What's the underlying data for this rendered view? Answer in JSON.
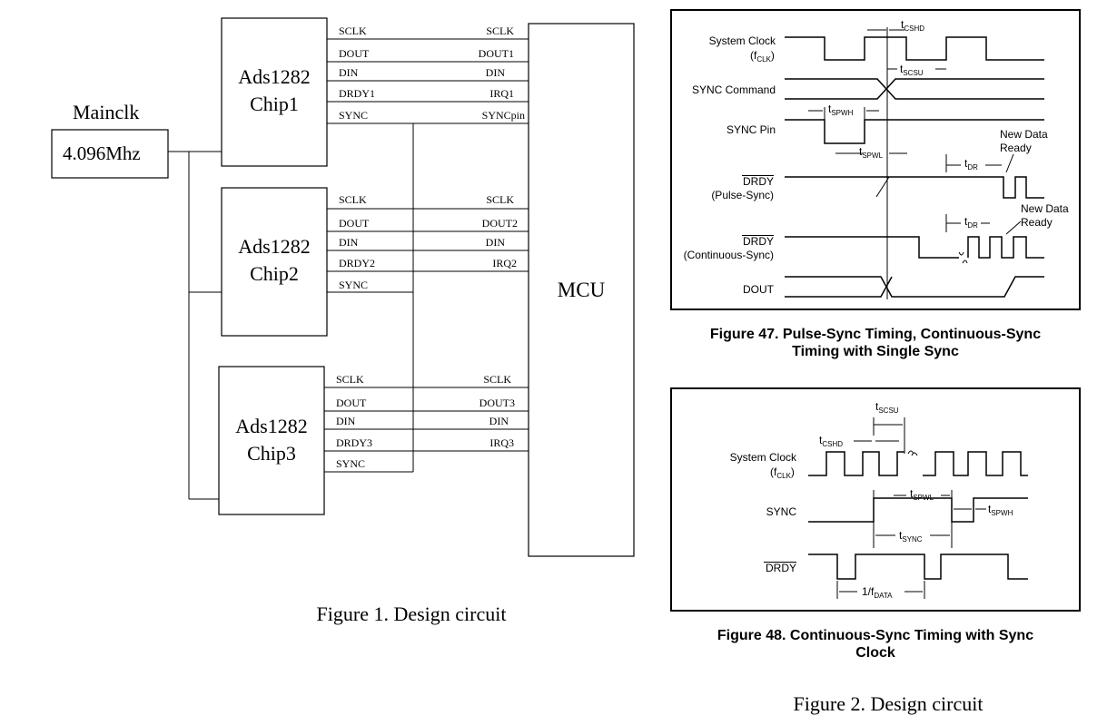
{
  "circuit": {
    "mainclk_label": "Mainclk",
    "osc_label": "4.096Mhz",
    "mcu_label": "MCU",
    "caption": "Figure 1. Design circuit",
    "chips": [
      {
        "name_line1": "Ads1282",
        "name_line2": "Chip1",
        "left_pins": [
          "SCLK",
          "DOUT",
          "DIN",
          "DRDY1",
          "SYNC"
        ],
        "right_pins": [
          "SCLK",
          "DOUT1",
          "DIN",
          "IRQ1",
          "SYNCpin"
        ]
      },
      {
        "name_line1": "Ads1282",
        "name_line2": "Chip2",
        "left_pins": [
          "SCLK",
          "DOUT",
          "DIN",
          "DRDY2",
          "SYNC"
        ],
        "right_pins": [
          "SCLK",
          "DOUT2",
          "DIN",
          "IRQ2"
        ]
      },
      {
        "name_line1": "Ads1282",
        "name_line2": "Chip3",
        "left_pins": [
          "SCLK",
          "DOUT",
          "DIN",
          "DRDY3",
          "SYNC"
        ],
        "right_pins": [
          "SCLK",
          "DOUT3",
          "DIN",
          "IRQ3"
        ]
      }
    ]
  },
  "figure47": {
    "caption_line1": "Figure 47.  Pulse-Sync Timing, Continuous-Sync",
    "caption_line2": "Timing with Single Sync",
    "signals": {
      "sysclk_1": "System Clock",
      "sysclk_2": "(f",
      "sysclk_2_sub": "CLK",
      "sysclk_2_end": ")",
      "sync_cmd": "SYNC Command",
      "sync_pin": "SYNC Pin",
      "drdy_pulse_1": "DRDY",
      "drdy_pulse_2": "(Pulse-Sync)",
      "drdy_cont_1": "DRDY",
      "drdy_cont_2": "(Continuous-Sync)",
      "dout": "DOUT"
    },
    "timing": {
      "t_cshd": "t",
      "t_cshd_sub": "CSHD",
      "t_scsu": "t",
      "t_scsu_sub": "SCSU",
      "t_spwh": "t",
      "t_spwh_sub": "SPWH",
      "t_spwl": "t",
      "t_spwl_sub": "SPWL",
      "t_dr1": "t",
      "t_dr1_sub": "DR",
      "t_dr2": "t",
      "t_dr2_sub": "DR"
    },
    "notes": {
      "new_data_1_line1": "New Data",
      "new_data_1_line2": "Ready",
      "new_data_2_line1": "New Data",
      "new_data_2_line2": "Ready"
    }
  },
  "figure48": {
    "caption_line1": "Figure 48.  Continuous-Sync Timing with Sync",
    "caption_line2": "Clock",
    "signals": {
      "sysclk_1": "System Clock",
      "sysclk_2": "(f",
      "sysclk_2_sub": "CLK",
      "sysclk_2_end": ")",
      "sync": "SYNC",
      "drdy": "DRDY"
    },
    "timing": {
      "t_scsu": "t",
      "t_scsu_sub": "SCSU",
      "t_cshd": "t",
      "t_cshd_sub": "CSHD",
      "t_spwl": "t",
      "t_spwl_sub": "SPWL",
      "t_spwh": "t",
      "t_spwh_sub": "SPWH",
      "t_sync": "t",
      "t_sync_sub": "SYNC",
      "t_data": "1/f",
      "t_data_sub": "DATA"
    }
  },
  "page_caption": "Figure 2. Design circuit"
}
